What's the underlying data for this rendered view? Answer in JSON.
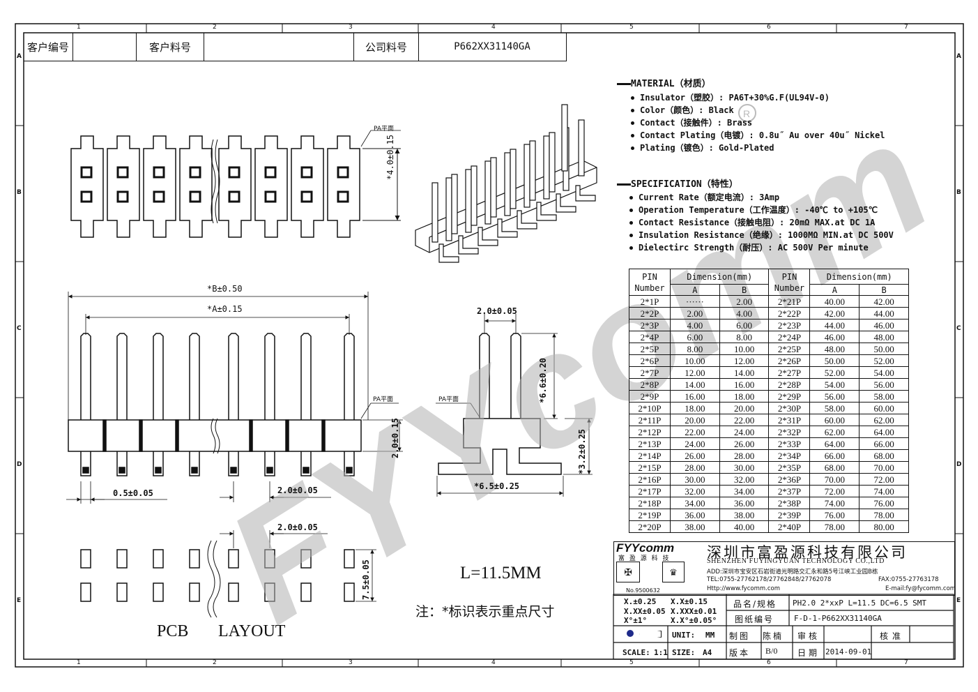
{
  "header": {
    "customer_no_label": "客户编号",
    "customer_part_label": "客户料号",
    "company_part_label": "公司料号",
    "company_part_no": "P662XX31140GA"
  },
  "border": {
    "cols": [
      "1",
      "2",
      "3",
      "4",
      "5",
      "6",
      "7"
    ],
    "rows": [
      "A",
      "B",
      "C",
      "D",
      "E"
    ]
  },
  "material": {
    "title": "MATERIAL（材质）",
    "items": [
      "Insulator（塑胶）: PA6T+30%G.F(UL94V-0)",
      "Color（颜色）: Black",
      "Contact（接触件）: Brass",
      "Contact Plating（电镀）: 0.8u˝ Au  over 40u˝ Nickel",
      "Plating（镀色）: Gold-Plated"
    ]
  },
  "specification": {
    "title": "SPECIFICATION（特性）",
    "items": [
      "Current Rate（额定电流）:  3Amp",
      "Operation Temperature（工作温度）: -40℃ to +105℃",
      "Contact Resistance（接触电阻）: 20mΩ  MAX.at DC 1A",
      "Insulation Resistance（绝缘）: 1000MΩ  MIN.at DC 500V",
      "Dielectirc Strength（耐压）: AC 500V Per minute"
    ]
  },
  "dim_table": {
    "pin_header": "PIN Number",
    "dim_header": "Dimension(mm)",
    "col_a": "A",
    "col_b": "B",
    "rows": [
      [
        "2*1P",
        "······",
        "2.00",
        "2*21P",
        "40.00",
        "42.00"
      ],
      [
        "2*2P",
        "2.00",
        "4.00",
        "2*22P",
        "42.00",
        "44.00"
      ],
      [
        "2*3P",
        "4.00",
        "6.00",
        "2*23P",
        "44.00",
        "46.00"
      ],
      [
        "2*4P",
        "6.00",
        "8.00",
        "2*24P",
        "46.00",
        "48.00"
      ],
      [
        "2*5P",
        "8.00",
        "10.00",
        "2*25P",
        "48.00",
        "50.00"
      ],
      [
        "2*6P",
        "10.00",
        "12.00",
        "2*26P",
        "50.00",
        "52.00"
      ],
      [
        "2*7P",
        "12.00",
        "14.00",
        "2*27P",
        "52.00",
        "54.00"
      ],
      [
        "2*8P",
        "14.00",
        "16.00",
        "2*28P",
        "54.00",
        "56.00"
      ],
      [
        "2*9P",
        "16.00",
        "18.00",
        "2*29P",
        "56.00",
        "58.00"
      ],
      [
        "2*10P",
        "18.00",
        "20.00",
        "2*30P",
        "58.00",
        "60.00"
      ],
      [
        "2*11P",
        "20.00",
        "22.00",
        "2*31P",
        "60.00",
        "62.00"
      ],
      [
        "2*12P",
        "22.00",
        "24.00",
        "2*32P",
        "62.00",
        "64.00"
      ],
      [
        "2*13P",
        "24.00",
        "26.00",
        "2*33P",
        "64.00",
        "66.00"
      ],
      [
        "2*14P",
        "26.00",
        "28.00",
        "2*34P",
        "66.00",
        "68.00"
      ],
      [
        "2*15P",
        "28.00",
        "30.00",
        "2*35P",
        "68.00",
        "70.00"
      ],
      [
        "2*16P",
        "30.00",
        "32.00",
        "2*36P",
        "70.00",
        "72.00"
      ],
      [
        "2*17P",
        "32.00",
        "34.00",
        "2*37P",
        "72.00",
        "74.00"
      ],
      [
        "2*18P",
        "34.00",
        "36.00",
        "2*38P",
        "74.00",
        "76.00"
      ],
      [
        "2*19P",
        "36.00",
        "38.00",
        "2*39P",
        "76.00",
        "78.00"
      ],
      [
        "2*20P",
        "38.00",
        "40.00",
        "2*40P",
        "78.00",
        "80.00"
      ]
    ]
  },
  "drawing": {
    "pa_label": "PA平面",
    "dim_height_top": "*4.0±0.15",
    "dim_b": "*B±0.50",
    "dim_a": "*A±0.15",
    "dim_pitch": "2.0±0.05",
    "dim_pin_len": "*6.6±0.20",
    "dim_body": "2.0±0.15",
    "dim_offset": "0.5±0.05",
    "dim_pitch2": "2.0±0.05",
    "dim_foot": "*3.2±0.25",
    "dim_width": "*6.5±0.25",
    "dim_pcb_pitch": "2.0±0.05",
    "dim_pcb_h": "7.5±0.05",
    "length_note": "L=11.5MM",
    "mark_note": "注：*标识表示重点尺寸",
    "pcb_label": "PCB",
    "layout_label": "LAYOUT",
    "watermark": "FYYcomm"
  },
  "company": {
    "logo": "FYYcomm",
    "logo_sub": "富 盈 源 科 技",
    "name_cn": "深圳市富盈源科技有限公司",
    "name_en": "SHENZHEN FUYINGYUAN TECHNOLOGY CO.,LTD",
    "address": "ADD:深圳市宝安区石岩街道光明路交汇永和路5号江峡工业园B栋",
    "tel": "TEL:0755-27762178/27762848/27762078",
    "fax": "FAX:0755-27763178",
    "http": "Http://www.fycomm.com",
    "email": "E-mail:fy@fycomm.com",
    "cert_no": "No.9500632"
  },
  "titleblock": {
    "tol1": "X.±0.25",
    "tol2": "X.X±0.15",
    "tol3": "X.XX±0.05",
    "tol4": "X.XXX±0.01",
    "tol5": "X°±1°",
    "tol6": "X.X°±0.05°",
    "name_label": "品名/规格",
    "name_value": "PH2.0  2*xxP  L=11.5  DC=6.5 SMT",
    "drawing_no_label": "图纸编号",
    "drawing_no_value": "F-D-1-P662XX31140GA",
    "unit_label": "UNIT:",
    "unit_value": "MM",
    "drawn_label": "制图",
    "drawn_value": "陈楠",
    "check_label": "审核",
    "approve_label": "核准",
    "scale_label": "SCALE:",
    "scale_value": "1:1",
    "size_label": "SIZE:",
    "size_value": "A4",
    "version_label": "版本",
    "version_value": "B/0",
    "date_label": "日期",
    "date_value": "2014-09-01"
  }
}
